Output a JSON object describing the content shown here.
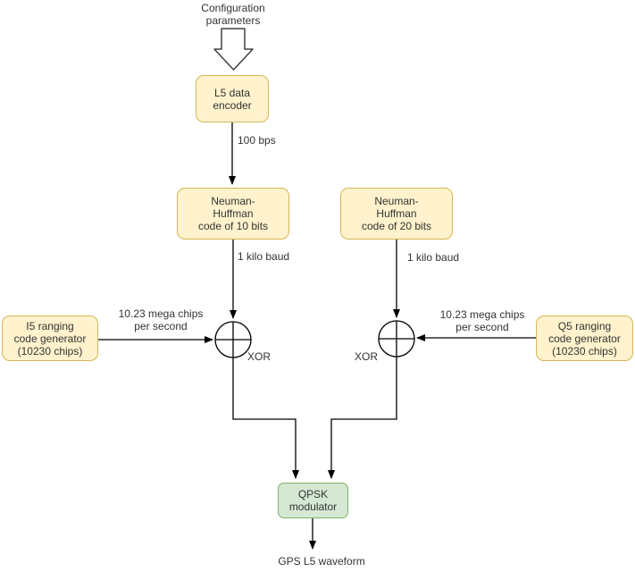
{
  "colors": {
    "background": "#ffffff",
    "node_fill_yellow": "#fff2cc",
    "node_border_yellow": "#d6b656",
    "node_fill_green": "#d5e8d4",
    "node_border_green": "#82b366",
    "line": "#000000",
    "text": "#333333"
  },
  "diagram": {
    "nodes": {
      "config_label": "Configuration\nparameters",
      "l5_encoder": "L5 data\nencoder",
      "nh10": "Neuman-\nHuffman\ncode of 10 bits",
      "nh20": "Neuman-\nHuffman\ncode of 20 bits",
      "i5_generator": "I5 ranging\ncode generator\n(10230 chips)",
      "q5_generator": "Q5 ranging\ncode generator\n(10230 chips)",
      "qpsk_modulator": "QPSK\nmodulator",
      "output_label": "GPS L5 waveform"
    },
    "edge_labels": {
      "data_rate": "100 bps",
      "symbol_rate_i": "1 kilo baud",
      "symbol_rate_q": "1 kilo baud",
      "chip_rate_i": "10.23 mega chips\nper second",
      "chip_rate_q": "10.23 mega chips\nper second",
      "xor_i": "XOR",
      "xor_q": "XOR"
    }
  }
}
